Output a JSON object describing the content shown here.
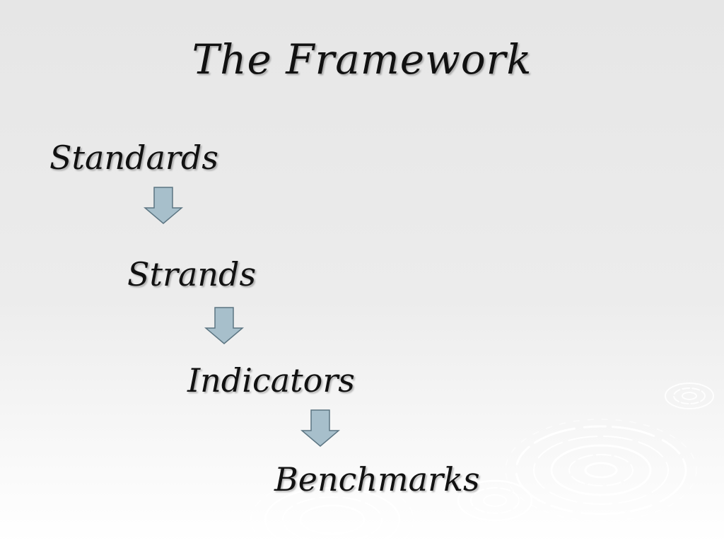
{
  "slide": {
    "title": "The Framework",
    "levels": [
      {
        "label": "Standards"
      },
      {
        "label": "Strands"
      },
      {
        "label": "Indicators"
      },
      {
        "label": "Benchmarks"
      }
    ],
    "arrow_fill_color": "#a7bfcb",
    "arrow_stroke_color": "#5c7582",
    "background_decoration": "water-ripple"
  }
}
